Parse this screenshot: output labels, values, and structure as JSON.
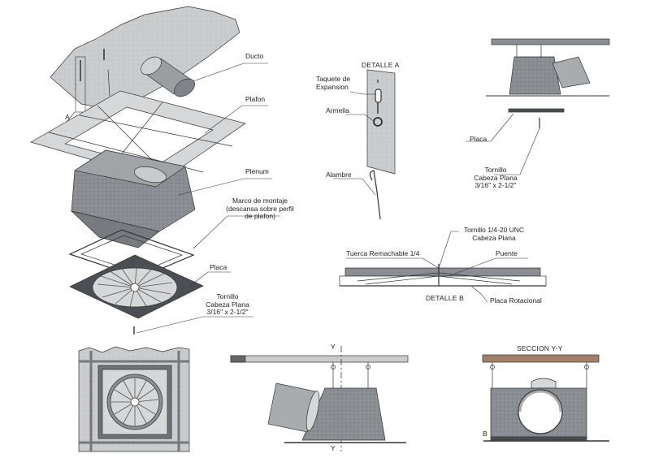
{
  "colors": {
    "metal": "#8a8e92",
    "metal_dark": "#55595d",
    "ceiling": "#c9cbcc",
    "wood": "#a08069",
    "line": "#333333"
  },
  "labels": {
    "ducto": "Ducto",
    "platon": "Plafon",
    "plenum": "Plenum",
    "marco_1": "Marco de montaje",
    "marco_2": "(descansa sobre perfil",
    "marco_3": "de plafon)",
    "placa_main": "Placa",
    "tornillo_main_1": "Tornillo",
    "tornillo_main_2": "Cabeza Plana",
    "tornillo_main_3": "3/16\" x 2-1/2\"",
    "a_marker": "A",
    "detalle_a": "DETALLE A",
    "taquete_1": "Taquete de",
    "taquete_2": "Expansion",
    "armella": "Armella",
    "alambre": "Alambre",
    "placa_right": "Placa",
    "tornillo_right_1": "Tornillo",
    "tornillo_right_2": "Cabeza Plana",
    "tornillo_right_3": "3/16\" x 2-1/2\"",
    "tornillo_b_1": "Tornillo 1/4-20 UNC",
    "tornillo_b_2": "Cabeza Plana",
    "tuerca": "Tuerca Remachable 1/4",
    "puente": "Puente",
    "detalle_b": "DETALLE B",
    "placa_rotacional": "Placa Rotacional",
    "y_top": "Y",
    "y_bottom": "Y",
    "seccion": "SECCION Y-Y",
    "b_marker": "B"
  }
}
